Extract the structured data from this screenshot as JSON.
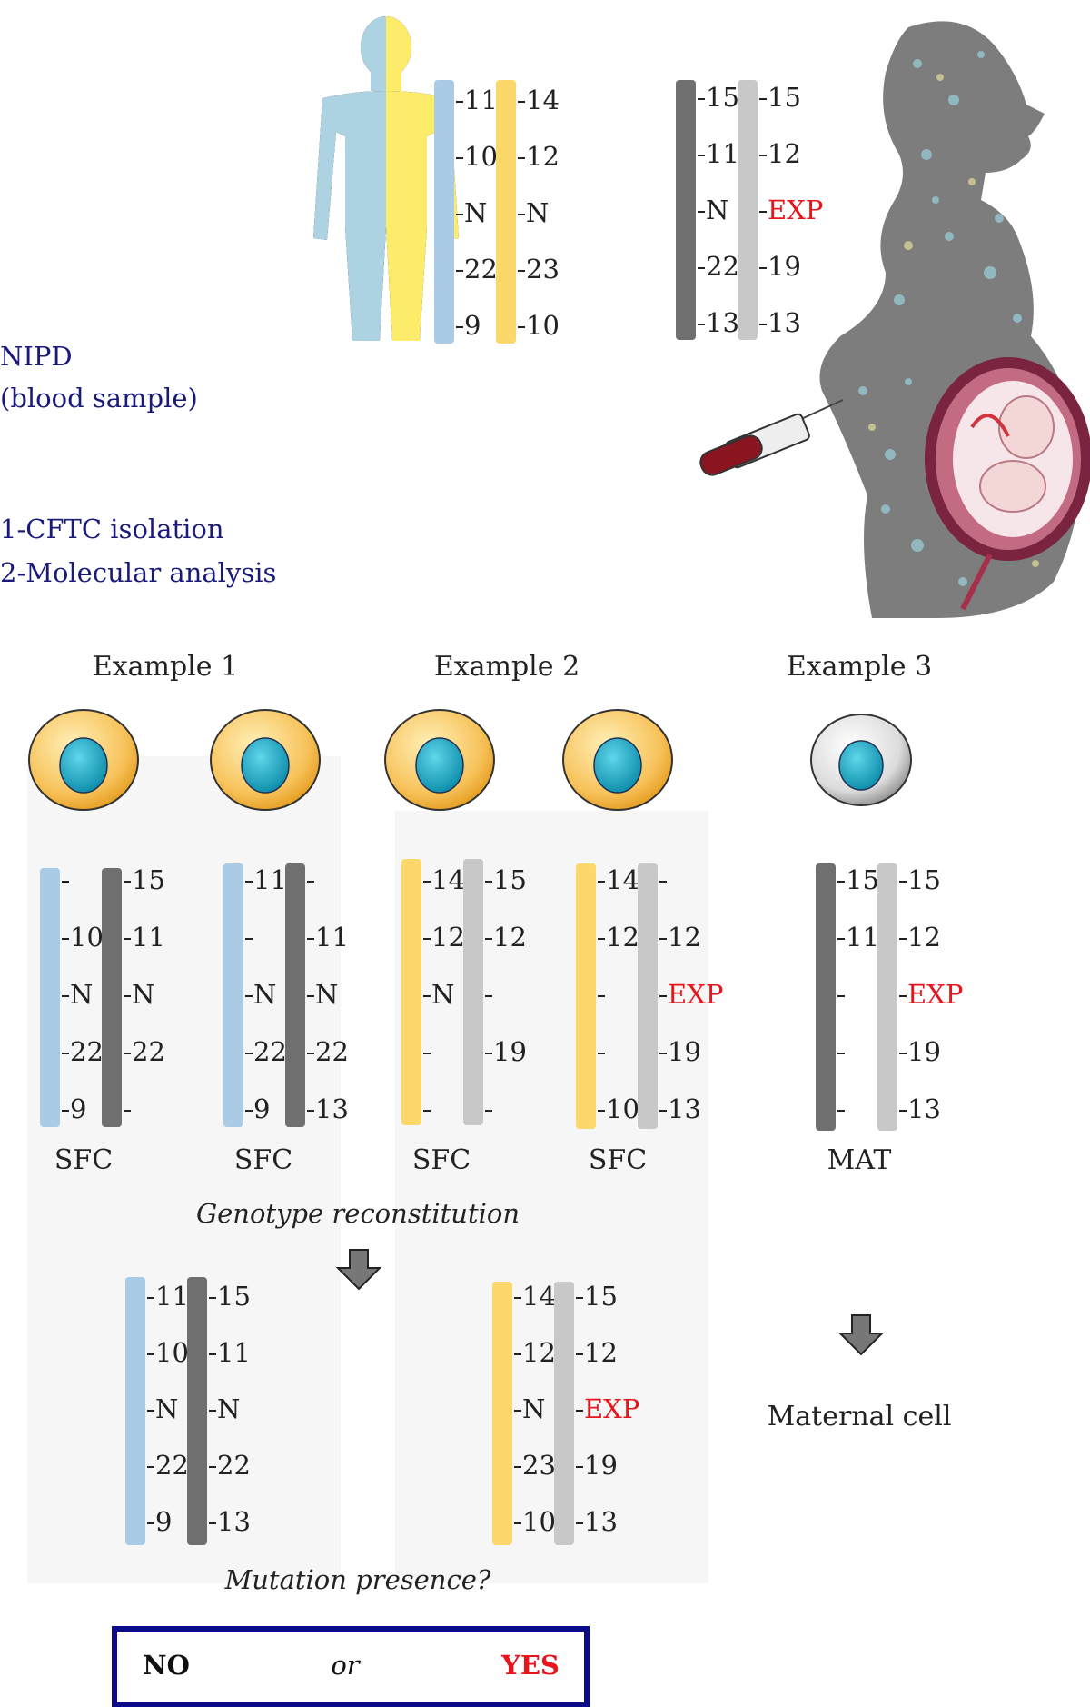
{
  "colors": {
    "paternal_a": "#a9cbe6",
    "paternal_b": "#fcd86a",
    "maternal_a": "#6f6f6f",
    "maternal_b": "#c8c8c8",
    "label": "#1a1a7a",
    "alert": "#e8141c",
    "box_border": "#0b0b8a",
    "panel": "#f6f6f6"
  },
  "intro": {
    "nipd": "NIPD",
    "sample": "(blood sample)",
    "step1": "1-CFTC isolation",
    "step2": "2-Molecular analysis"
  },
  "father": {
    "a": [
      "11",
      "10",
      "N",
      "22",
      "9"
    ],
    "b": [
      "14",
      "12",
      "N",
      "23",
      "10"
    ]
  },
  "mother": {
    "a": [
      "15",
      "11",
      "N",
      "22",
      "13"
    ],
    "b": [
      "15",
      "12",
      "EXP",
      "19",
      "13"
    ]
  },
  "examples": [
    {
      "title": "Example 1",
      "cells": [
        {
          "label": "SFC",
          "a": [
            "",
            "10",
            "N",
            "22",
            "9"
          ],
          "b": [
            "15",
            "11",
            "N",
            "22",
            ""
          ]
        },
        {
          "label": "SFC",
          "a": [
            "11",
            "",
            "N",
            "22",
            "9"
          ],
          "b": [
            "",
            "11",
            "N",
            "22",
            "13"
          ]
        }
      ]
    },
    {
      "title": "Example 2",
      "cells": [
        {
          "label": "SFC",
          "a": [
            "14",
            "12",
            "N",
            "",
            ""
          ],
          "b": [
            "15",
            "12",
            "",
            "19",
            ""
          ]
        },
        {
          "label": "SFC",
          "a": [
            "14",
            "12",
            "",
            "",
            "10"
          ],
          "b": [
            "",
            "12",
            "EXP",
            "19",
            "13"
          ]
        }
      ]
    },
    {
      "title": "Example 3",
      "cells": [
        {
          "label": "MAT",
          "a": [
            "15",
            "11",
            "",
            "",
            ""
          ],
          "b": [
            "15",
            "12",
            "EXP",
            "19",
            "13"
          ]
        }
      ]
    }
  ],
  "genotype_reconstitution": "Genotype reconstitution",
  "reconstructed": [
    {
      "a": [
        "11",
        "10",
        "N",
        "22",
        "9"
      ],
      "b": [
        "15",
        "11",
        "N",
        "22",
        "13"
      ]
    },
    {
      "a": [
        "14",
        "12",
        "N",
        "23",
        "10"
      ],
      "b": [
        "15",
        "12",
        "EXP",
        "19",
        "13"
      ]
    }
  ],
  "maternal_cell": "Maternal cell",
  "mutation_question": "Mutation presence?",
  "answer": {
    "no": "NO",
    "or": "or",
    "yes": "YES"
  }
}
